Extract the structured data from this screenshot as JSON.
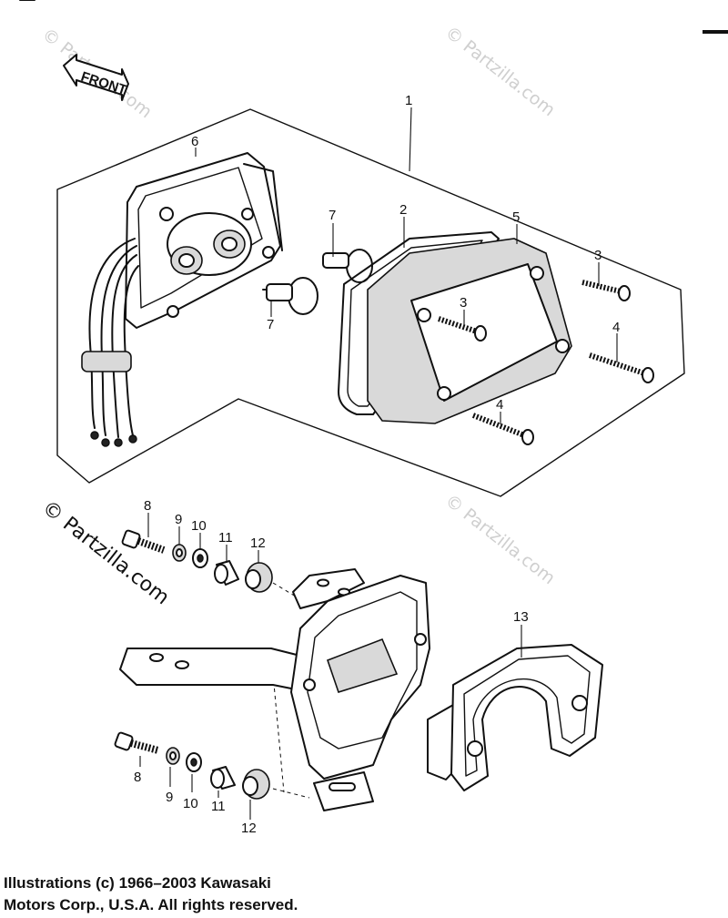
{
  "direction_arrow": {
    "label": "FRONT"
  },
  "callouts": {
    "c1": "1",
    "c2": "2",
    "c3a": "3",
    "c3b": "3",
    "c4a": "4",
    "c4b": "4",
    "c5": "5",
    "c6": "6",
    "c7a": "7",
    "c7b": "7",
    "c8a": "8",
    "c9a": "9",
    "c10a": "10",
    "c11a": "11",
    "c12a": "12",
    "c8b": "8",
    "c9b": "9",
    "c10b": "10",
    "c11b": "11",
    "c12b": "12",
    "c13": "13"
  },
  "watermarks": {
    "top_left": "© Partzilla.com",
    "top_right": "© Partzilla.com",
    "mid_left": "© Partzilla.com",
    "mid_right": "© Partzilla.com"
  },
  "copyright": {
    "line1": "Illustrations (c) 1966–2003 Kawasaki",
    "line2": "Motors Corp., U.S.A.  All rights reserved."
  }
}
